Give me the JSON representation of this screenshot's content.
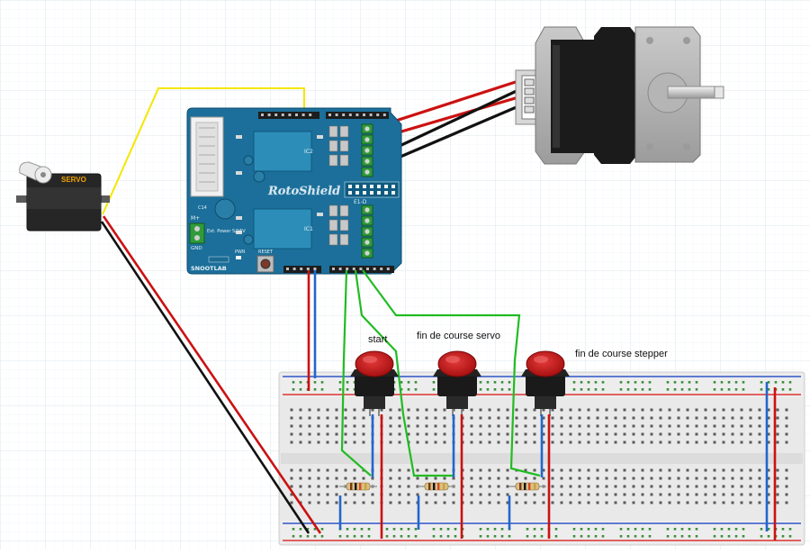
{
  "labels": {
    "start": "start",
    "fin_servo": "fin de course servo",
    "fin_stepper": "fin de course stepper"
  },
  "servo": {
    "label": "SERVO"
  },
  "shield": {
    "name": "RotoShield",
    "brand": "SNOOTLAB",
    "reset": "RESET",
    "pwr": "PWR",
    "ic1": "IC1",
    "ic2": "IC2",
    "ext_power": "Ext. Power 5/16V",
    "m_plus": "M+",
    "gnd": "GND",
    "c14": "C14",
    "icsp": "E1-D"
  },
  "colors": {
    "wire_red": "#cc1111",
    "wire_black": "#111111",
    "wire_yellow": "#f5e600",
    "wire_green": "#22bb22",
    "wire_blue": "#2266cc",
    "pcb": "#1b6f9a",
    "button_cap": "#cc1a1a"
  }
}
